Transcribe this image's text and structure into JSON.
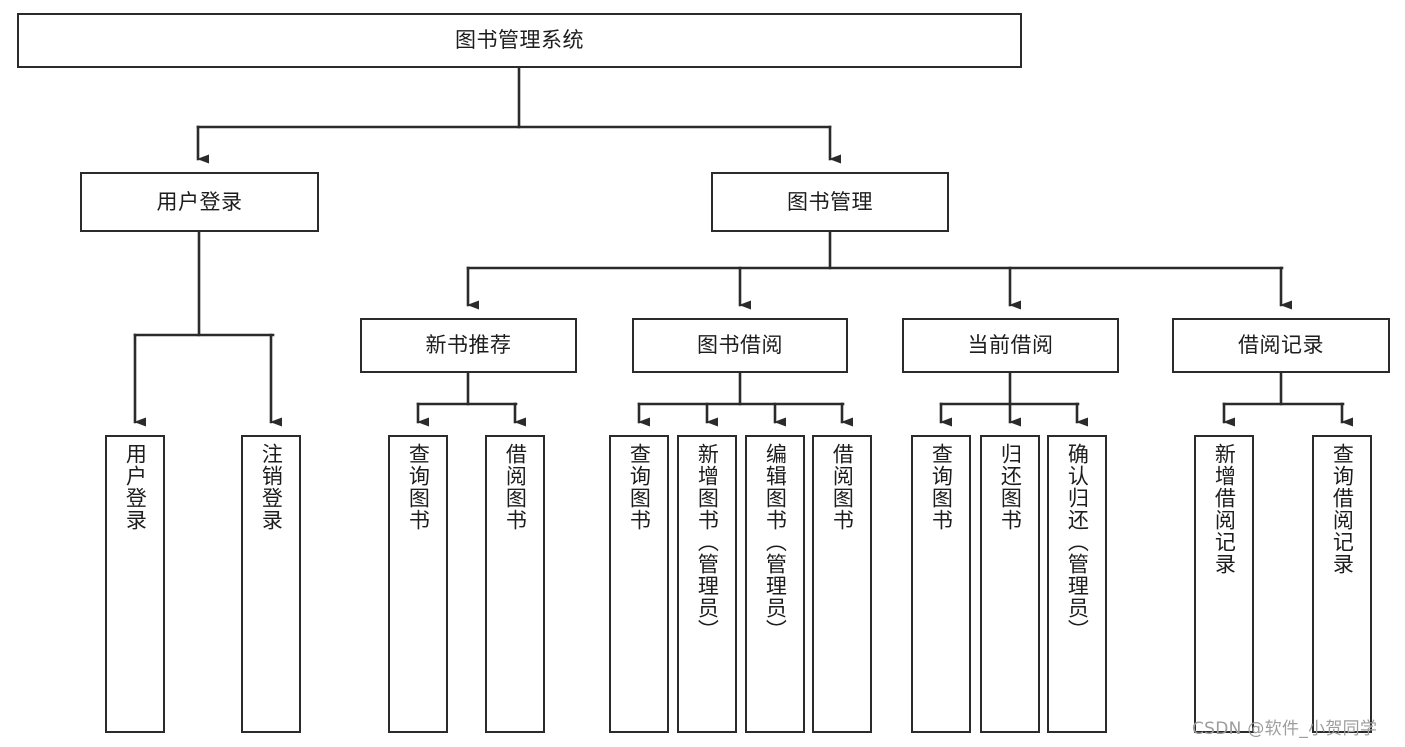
{
  "diagram": {
    "type": "tree-hierarchy",
    "title": "图书管理系统",
    "orientation": "top-down",
    "colors": {
      "box_border": "#2b2b2b",
      "box_fill": "#ffffff",
      "connector": "#2b2b2b",
      "text": "#1d1d1d",
      "watermark": "#9d9d9d",
      "background": "#ffffff"
    },
    "root": {
      "id": "root",
      "label": "图书管理系统"
    },
    "level2": [
      {
        "id": "user-login",
        "label": "用户登录"
      },
      {
        "id": "book-manage",
        "label": "图书管理"
      }
    ],
    "level3": [
      {
        "id": "new-book-recommend",
        "label": "新书推荐",
        "parent": "book-manage"
      },
      {
        "id": "book-borrow",
        "label": "图书借阅",
        "parent": "book-manage"
      },
      {
        "id": "current-borrow",
        "label": "当前借阅",
        "parent": "book-manage"
      },
      {
        "id": "borrow-record",
        "label": "借阅记录",
        "parent": "book-manage"
      }
    ],
    "leaves": {
      "user_login": [
        {
          "id": "leaf-user-login",
          "label": "用户登录"
        },
        {
          "id": "leaf-logout-login",
          "label": "注销登录"
        }
      ],
      "new_book_recommend": [
        {
          "id": "leaf-query-book-1",
          "label": "查询图书"
        },
        {
          "id": "leaf-borrow-book-1",
          "label": "借阅图书"
        }
      ],
      "book_borrow": [
        {
          "id": "leaf-query-book-2",
          "label": "查询图书"
        },
        {
          "id": "leaf-add-book",
          "label": "新增图书（管理员）"
        },
        {
          "id": "leaf-edit-book",
          "label": "编辑图书（管理员）"
        },
        {
          "id": "leaf-borrow-book-2",
          "label": "借阅图书"
        }
      ],
      "current_borrow": [
        {
          "id": "leaf-query-book-3",
          "label": "查询图书"
        },
        {
          "id": "leaf-return-book",
          "label": "归还图书"
        },
        {
          "id": "leaf-confirm-return",
          "label": "确认归还（管理员）"
        }
      ],
      "borrow_record": [
        {
          "id": "leaf-add-record",
          "label": "新增借阅记录"
        },
        {
          "id": "leaf-query-record",
          "label": "查询借阅记录"
        }
      ]
    }
  },
  "watermark": {
    "text": "CSDN @软件_小贺同学"
  }
}
